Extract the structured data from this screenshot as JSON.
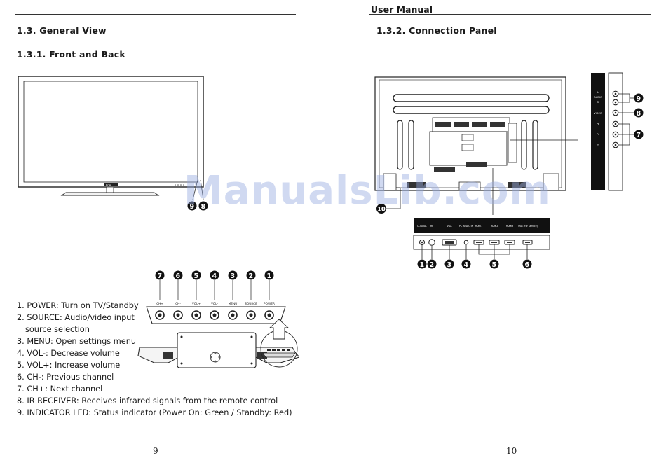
{
  "left_page": {
    "section": "1.3. General View",
    "subsection": "1.3.1.   Front and Back",
    "tv_logo": "RCA",
    "callouts_front": [
      "9",
      "8"
    ],
    "button_numbers": [
      "7",
      "6",
      "5",
      "4",
      "3",
      "2",
      "1"
    ],
    "button_labels": [
      "CH+",
      "CH-",
      "VOL+",
      "VOL-",
      "MENU",
      "SOURCE",
      "POWER"
    ],
    "descriptions": [
      {
        "term": "1. POWER",
        "text": ": Turn on TV/Standby"
      },
      {
        "term": "2. SOURCE",
        "text": ": Audio/video input"
      },
      {
        "term": "",
        "text": "source selection"
      },
      {
        "term": "3. MENU",
        "text": ": Open settings menu"
      },
      {
        "term": "4. VOL-",
        "text": ": Decrease volume"
      },
      {
        "term": "5. VOL+",
        "text": ": Increase volume"
      },
      {
        "term": "6. CH-",
        "text": ": Previous channel"
      },
      {
        "term": "7. CH+",
        "text": ": Next channel"
      },
      {
        "term": "8. IR RECEIVER",
        "text": ": Receives infrared signals from the remote control"
      },
      {
        "term": "9. INDICATOR LED",
        "text": ": Status indicator (Power On: Green / Standby: Red)"
      }
    ],
    "page_number": "9"
  },
  "right_page": {
    "header": "User Manual",
    "subsection": "1.3.2.   Connection Panel",
    "side_labels": [
      "L",
      "AUDIO",
      "R",
      "VIDEO",
      "Pb",
      "Pr",
      "Y"
    ],
    "side_callouts": [
      "9",
      "8",
      "7"
    ],
    "rear_labels": [
      "COAXIAL",
      "RF",
      "VGA",
      "PC AUDIO IN",
      "HDMI1",
      "HDMI2",
      "HDMI3",
      "USB (For Service)"
    ],
    "rear_callouts": [
      "1",
      "2",
      "3",
      "4",
      "5",
      "6"
    ],
    "back_callout": "10",
    "page_number": "10"
  },
  "watermark": "ManualsLib.com"
}
